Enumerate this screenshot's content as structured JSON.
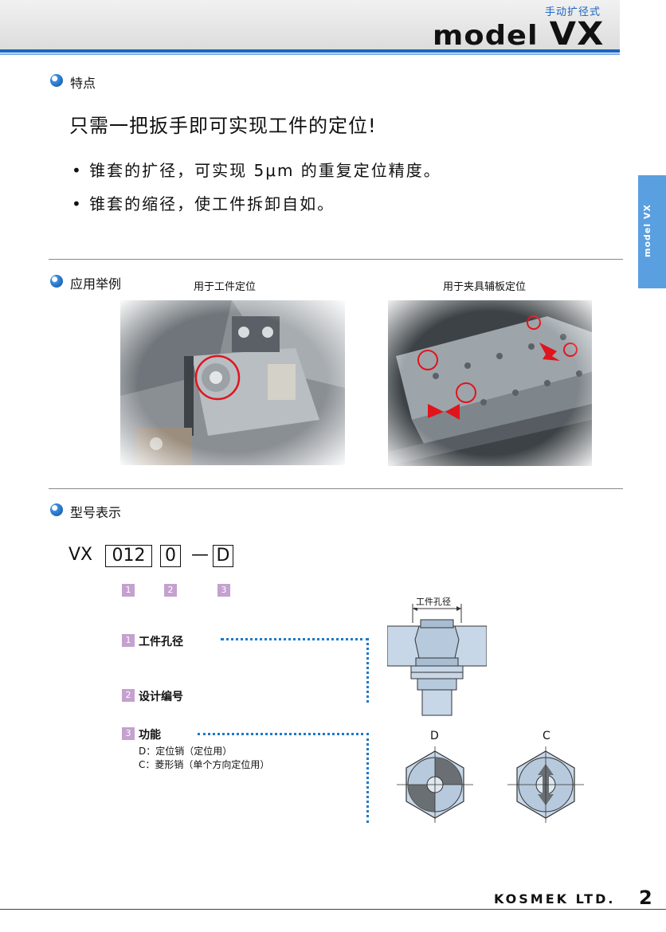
{
  "header": {
    "subtitle": "手动扩径式",
    "title_model": "model",
    "title_vx": "VX"
  },
  "side_tab": {
    "text": "model VX"
  },
  "sections": {
    "features": {
      "title": "特点",
      "headline": "只需一把扳手即可实现工件的定位!",
      "bullets": [
        "• 锥套的扩径，可实现 5μm 的重复定位精度。",
        "• 锥套的缩径，使工件拆卸自如。"
      ]
    },
    "application": {
      "title": "应用举例",
      "captions": [
        "用于工件定位",
        "用于夹具辅板定位"
      ]
    },
    "model_code": {
      "title": "型号表示",
      "prefix": "VX",
      "box1": "012",
      "box2": "0",
      "dash": "—",
      "box3": "D",
      "tags": [
        "1",
        "2",
        "3"
      ],
      "items": [
        {
          "num": "1",
          "label": "工件孔径"
        },
        {
          "num": "2",
          "label": "设计编号"
        },
        {
          "num": "3",
          "label": "功能",
          "options": [
            "D：定位销（定位用）",
            "C：菱形销（单个方向定位用）"
          ]
        }
      ],
      "diagram_label": "工件孔径",
      "view_labels": [
        "D",
        "C"
      ]
    }
  },
  "footer": {
    "company": "KOSMEK LTD.",
    "page": "2"
  },
  "colors": {
    "accent": "#1a66c4",
    "tag": "#c4a1cf",
    "side_tab": "#5a9fe0"
  }
}
